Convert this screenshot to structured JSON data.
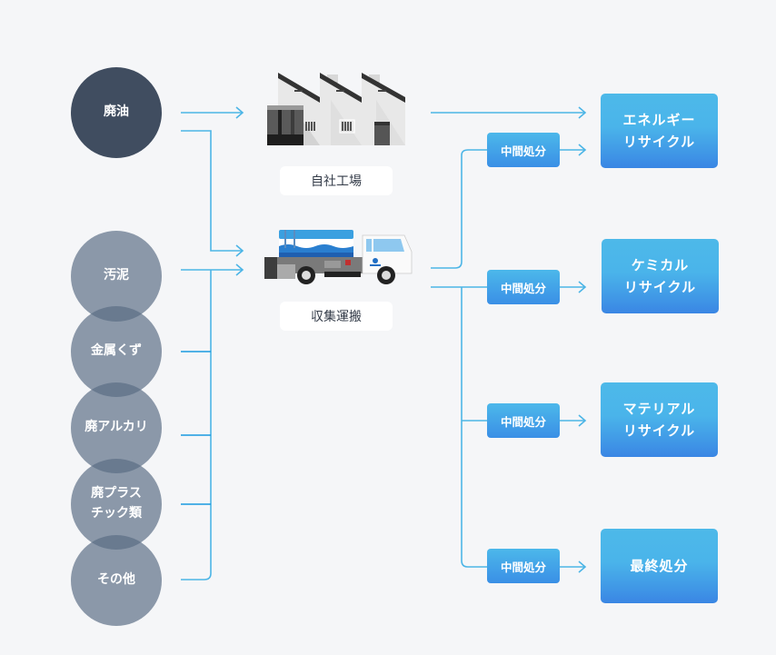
{
  "sources": [
    {
      "label": "廃油",
      "style": "dark"
    },
    {
      "label": "汚泥",
      "style": "gray"
    },
    {
      "label": "金属くず",
      "style": "gray"
    },
    {
      "label": "廃アルカリ",
      "style": "gray"
    },
    {
      "label": "廃プラス\nチック類",
      "style": "gray"
    },
    {
      "label": "その他",
      "style": "gray"
    }
  ],
  "stations": {
    "factory": {
      "label": "自社工場",
      "icon": "factory-icon"
    },
    "transport": {
      "label": "収集運搬",
      "icon": "tanker-truck-icon"
    }
  },
  "intermediate": [
    {
      "label": "中間処分"
    },
    {
      "label": "中間処分"
    },
    {
      "label": "中間処分"
    },
    {
      "label": "中間処分"
    }
  ],
  "destinations": [
    {
      "label": "エネルギー\nリサイクル"
    },
    {
      "label": "ケミカル\nリサイクル"
    },
    {
      "label": "マテリアル\nリサイクル"
    },
    {
      "label": "最終処分"
    }
  ],
  "colors": {
    "background": "#f5f6f8",
    "connector": "#4cb5e6",
    "source_dark": "#404d60",
    "source_gray": "#8a98a8",
    "accent_top": "#4db9e9",
    "accent_bottom": "#3a86e4"
  }
}
